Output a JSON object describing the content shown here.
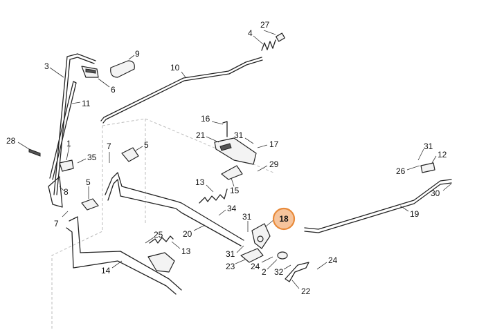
{
  "diagram": {
    "highlighted_callout": "18",
    "callouts": [
      {
        "id": "c27",
        "text": "27"
      },
      {
        "id": "c4",
        "text": "4"
      },
      {
        "id": "c9",
        "text": "9"
      },
      {
        "id": "c3",
        "text": "3"
      },
      {
        "id": "c10",
        "text": "10"
      },
      {
        "id": "c6",
        "text": "6"
      },
      {
        "id": "c11",
        "text": "11"
      },
      {
        "id": "c16",
        "text": "16"
      },
      {
        "id": "c21",
        "text": "21"
      },
      {
        "id": "c31a",
        "text": "31"
      },
      {
        "id": "c17",
        "text": "17"
      },
      {
        "id": "c28",
        "text": "28"
      },
      {
        "id": "c1",
        "text": "1"
      },
      {
        "id": "c7a",
        "text": "7"
      },
      {
        "id": "c5a",
        "text": "5"
      },
      {
        "id": "c35",
        "text": "35"
      },
      {
        "id": "c29",
        "text": "29"
      },
      {
        "id": "c31b",
        "text": "31"
      },
      {
        "id": "c12",
        "text": "12"
      },
      {
        "id": "c26",
        "text": "26"
      },
      {
        "id": "c13a",
        "text": "13"
      },
      {
        "id": "c15",
        "text": "15"
      },
      {
        "id": "c8",
        "text": "8"
      },
      {
        "id": "c5b",
        "text": "5"
      },
      {
        "id": "c30",
        "text": "30"
      },
      {
        "id": "c34",
        "text": "34"
      },
      {
        "id": "c7b",
        "text": "7"
      },
      {
        "id": "c31c",
        "text": "31"
      },
      {
        "id": "c18",
        "text": "18"
      },
      {
        "id": "c19",
        "text": "19"
      },
      {
        "id": "c20",
        "text": "20"
      },
      {
        "id": "c25",
        "text": "25"
      },
      {
        "id": "c13b",
        "text": "13"
      },
      {
        "id": "c31d",
        "text": "31"
      },
      {
        "id": "c23",
        "text": "23"
      },
      {
        "id": "c24a",
        "text": "24"
      },
      {
        "id": "c14",
        "text": "14"
      },
      {
        "id": "c2",
        "text": "2"
      },
      {
        "id": "c32",
        "text": "32"
      },
      {
        "id": "c24b",
        "text": "24"
      },
      {
        "id": "c22",
        "text": "22"
      }
    ]
  },
  "colors": {
    "highlight_fill": "#f6c49c",
    "highlight_stroke": "#e88a3a",
    "line": "#222222"
  }
}
